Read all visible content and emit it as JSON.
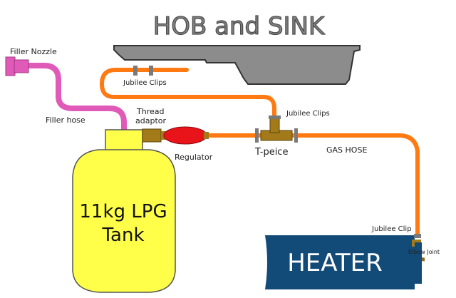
{
  "title": "HOB and SINK",
  "tank": {
    "line1": "11kg LPG",
    "line2": "Tank"
  },
  "heater": {
    "label": "HEATER"
  },
  "labels": {
    "filler_nozzle": "Filler Nozzle",
    "filler_hose": "Filler hose",
    "thread_adaptor_1": "Thread",
    "thread_adaptor_2": "adaptor",
    "regulator": "Regulator",
    "t_piece": "T-peice",
    "gas_hose": "GAS HOSE",
    "jubilee_clips_top": "Jubilee Clips",
    "jubilee_clips_tee": "Jubilee Clips",
    "jubilee_clip_heater": "Jubilee Clip",
    "elbow_joint": "Elbow Joint"
  },
  "colors": {
    "gas_hose": "#ff7a12",
    "filler_hose": "#e05ab8",
    "tank": "#ffff4a",
    "regulator": "#e8141a",
    "brass": "#a37a1a",
    "heater": "#124a78",
    "hob": "#8c8c8c"
  }
}
